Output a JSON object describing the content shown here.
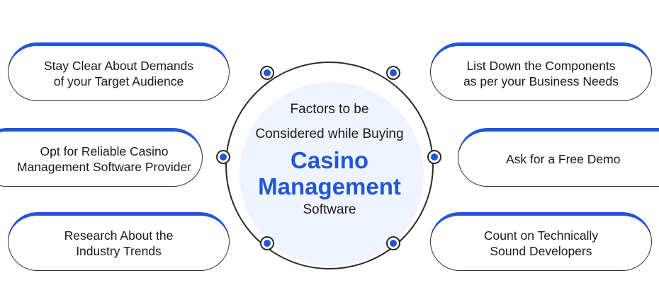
{
  "center": {
    "line1": "Factors to be",
    "line2": "Considered while Buying",
    "line3": "Casino",
    "line4": "Management",
    "line5": "Software"
  },
  "factors": {
    "demands": [
      "Stay Clear About Demands",
      "of your Target Audience"
    ],
    "components": [
      "List Down the Components",
      "as per your Business Needs"
    ],
    "provider": [
      "Opt for Reliable Casino",
      "Management Software Provider"
    ],
    "demo": [
      "Ask for a Free Demo"
    ],
    "trends": [
      "Research About the",
      "Industry Trends"
    ],
    "developers": [
      "Count on Technically",
      "Sound Developers"
    ]
  },
  "colors": {
    "accent": "#2356d6",
    "outline": "#2a2a2a",
    "center_fill": "#eef3fe"
  }
}
